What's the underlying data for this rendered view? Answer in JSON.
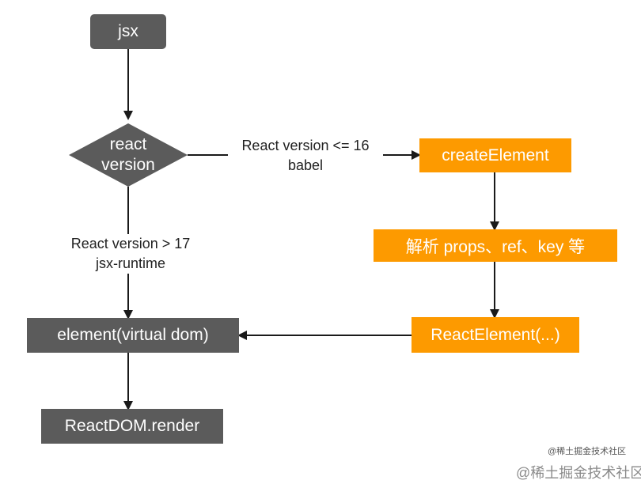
{
  "nodes": {
    "jsx": "jsx",
    "decision_line1": "react",
    "decision_line2": "version",
    "create_element": "createElement",
    "parse": "解析 props、ref、key 等",
    "react_element": "ReactElement(...)",
    "element": "element(virtual dom)",
    "render": "ReactDOM.render"
  },
  "edges": {
    "right_line1": "React version <= 16",
    "right_line2": "babel",
    "down_line1": "React version > 17",
    "down_line2": "jsx-runtime"
  },
  "watermark": {
    "small": "@稀土掘金技术社区",
    "large": "@稀土掘金技术社区"
  },
  "colors": {
    "gray": "#5b5b5b",
    "orange": "#fd9a00",
    "arrow": "#1a1a1a"
  }
}
